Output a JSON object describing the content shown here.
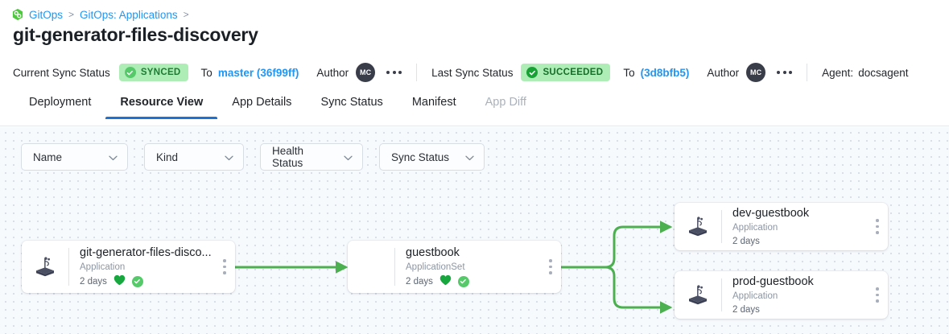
{
  "breadcrumb": {
    "icon": "gitops-icon",
    "items": [
      {
        "label": "GitOps",
        "sep": ">"
      },
      {
        "label": "GitOps: Applications",
        "sep": ">"
      }
    ]
  },
  "page_title": "git-generator-files-discovery",
  "status_bar": {
    "current_sync_label": "Current Sync Status",
    "current_sync_badge": "SYNCED",
    "current_to_label": "To",
    "current_revision": "master (36f99ff)",
    "current_author_label": "Author",
    "current_author_initials": "MC",
    "last_sync_label": "Last Sync Status",
    "last_sync_badge": "SUCCEEDED",
    "last_to_label": "To",
    "last_revision": "(3d8bfb5)",
    "last_author_label": "Author",
    "last_author_initials": "MC",
    "agent_label": "Agent:",
    "agent_value": "docsagent",
    "colors": {
      "badge_bg": "#aeeeb6",
      "badge_text": "#1d7a33",
      "link": "#2196f3",
      "avatar_bg": "#393c49"
    }
  },
  "tabs": [
    {
      "label": "Deployment",
      "active": false,
      "disabled": false
    },
    {
      "label": "Resource View",
      "active": true,
      "disabled": false
    },
    {
      "label": "App Details",
      "active": false,
      "disabled": false
    },
    {
      "label": "Sync Status",
      "active": false,
      "disabled": false
    },
    {
      "label": "Manifest",
      "active": false,
      "disabled": false
    },
    {
      "label": "App Diff",
      "active": false,
      "disabled": true
    }
  ],
  "filters": [
    {
      "label": "Name",
      "icon": "chevron-down-icon"
    },
    {
      "label": "Kind",
      "icon": "chevron-down-icon"
    },
    {
      "label": "Health Status",
      "icon": "chevron-down-icon"
    },
    {
      "label": "Sync Status",
      "icon": "chevron-down-icon"
    }
  ],
  "graph": {
    "edge_color": "#4caf50",
    "nodes": [
      {
        "id": "root",
        "title": "git-generator-files-disco...",
        "kind": "Application",
        "age": "2 days",
        "icon": "argo-application-icon",
        "has_icon": true,
        "health": "healthy",
        "sync": "synced",
        "show_status": true
      },
      {
        "id": "appset",
        "title": "guestbook",
        "kind": "ApplicationSet",
        "age": "2 days",
        "icon": "none",
        "has_icon": false,
        "health": "healthy",
        "sync": "synced",
        "show_status": true
      },
      {
        "id": "dev",
        "title": "dev-guestbook",
        "kind": "Application",
        "age": "2 days",
        "icon": "argo-application-icon",
        "has_icon": true,
        "health": "",
        "sync": "",
        "show_status": false
      },
      {
        "id": "prod",
        "title": "prod-guestbook",
        "kind": "Application",
        "age": "2 days",
        "icon": "argo-application-icon",
        "has_icon": true,
        "health": "",
        "sync": "",
        "show_status": false
      }
    ]
  }
}
